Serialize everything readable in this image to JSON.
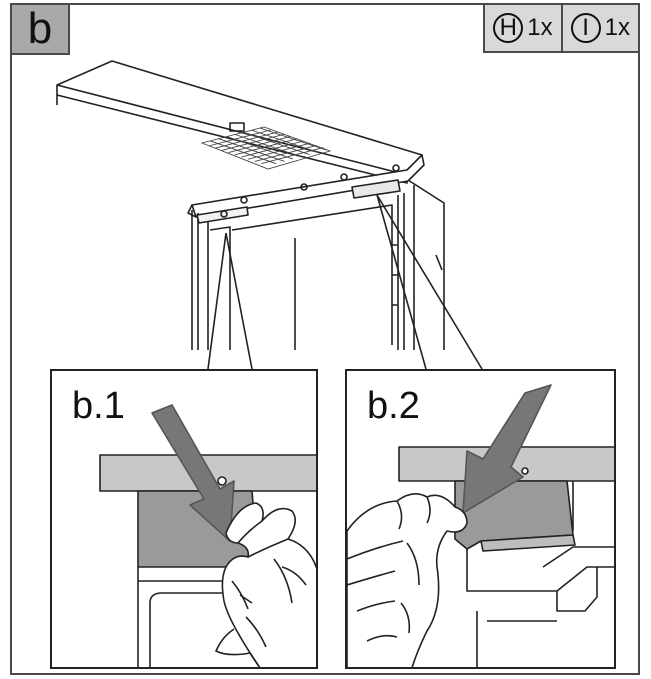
{
  "step": {
    "label": "b"
  },
  "parts": [
    {
      "letter": "H",
      "qty": "1x",
      "icon": "part-h-icon"
    },
    {
      "letter": "I",
      "qty": "1x",
      "icon": "part-i-icon"
    }
  ],
  "details": [
    {
      "label": "b.1"
    },
    {
      "label": "b.2"
    }
  ],
  "colors": {
    "line": "#222222",
    "badge": "#a9a9a9",
    "parts_bg": "#d9d9d9",
    "shade": "#9a9a9a",
    "rail": "#c8c8c8"
  }
}
